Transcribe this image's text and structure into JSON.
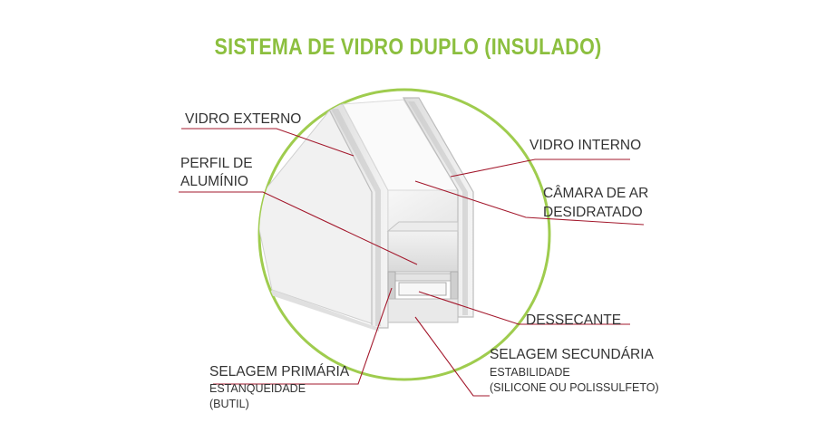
{
  "title": "SISTEMA DE VIDRO DUPLO (INSULADO)",
  "labels": {
    "vidro_externo": "VIDRO EXTERNO",
    "perfil_line1": "PERFIL DE",
    "perfil_line2": "ALUMÍNIO",
    "vidro_interno": "VIDRO INTERNO",
    "camara_line1": "CÂMARA DE AR",
    "camara_line2": "DESIDRATADO",
    "dessecante": "DESSECANTE",
    "selagem_primaria": "SELAGEM PRIMÁRIA",
    "selagem_primaria_sub1": "ESTANQUEIDADE",
    "selagem_primaria_sub2": "(BUTIL)",
    "selagem_secundaria": "SELAGEM SECUNDÁRIA",
    "selagem_secundaria_sub1": "ESTABILIDADE",
    "selagem_secundaria_sub2": "(SILICONE OU POLISSULFETO)"
  },
  "colors": {
    "title": "#8cbf3f",
    "circle": "#9fcc4e",
    "leader_line": "#a3182c",
    "text": "#333333"
  }
}
